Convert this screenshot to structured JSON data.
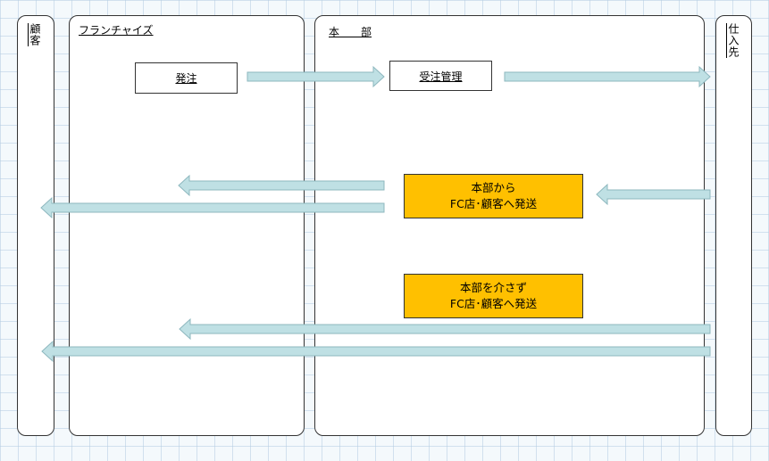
{
  "lanes": {
    "customer": "顧客",
    "franchise": "フランチャイズ",
    "headquarters": "本　　部",
    "supplier": "仕入先"
  },
  "boxes": {
    "order": "発注",
    "order_management": "受注管理",
    "hq_ship_line1": "本部から",
    "hq_ship_line2": "FC店･顧客へ発送",
    "direct_ship_line1": "本部を介さず",
    "direct_ship_line2": "FC店･顧客へ発送"
  },
  "colors": {
    "arrow_fill": "#bfe0e4",
    "arrow_stroke": "#8db7be",
    "highlight_box": "#ffc000"
  }
}
